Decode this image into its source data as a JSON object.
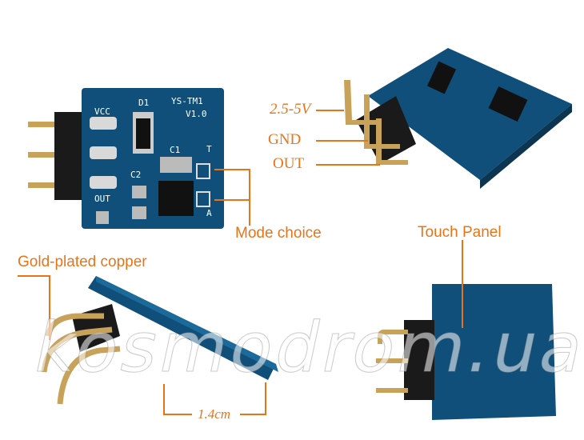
{
  "labels": {
    "voltage": "2.5-5V",
    "gnd": "GND",
    "out": "OUT",
    "mode_choice": "Mode choice",
    "gold_plated": "Gold-plated copper",
    "touch_panel": "Touch Panel",
    "thickness": "1.4cm"
  },
  "board_silkscreen": {
    "vcc": "VCC",
    "d1": "D1",
    "model": "YS-TM1",
    "version": "V1.0",
    "c1": "C1",
    "t": "T",
    "c2": "C2",
    "out": "OUT",
    "a": "A"
  },
  "watermark": "kosmodrom.ua",
  "colors": {
    "accent": "#e8741a",
    "pcb": "#0f4f7a",
    "pcb_dark": "#0b3550",
    "header": "#1a1a1a",
    "pin": "#c9a25a"
  }
}
